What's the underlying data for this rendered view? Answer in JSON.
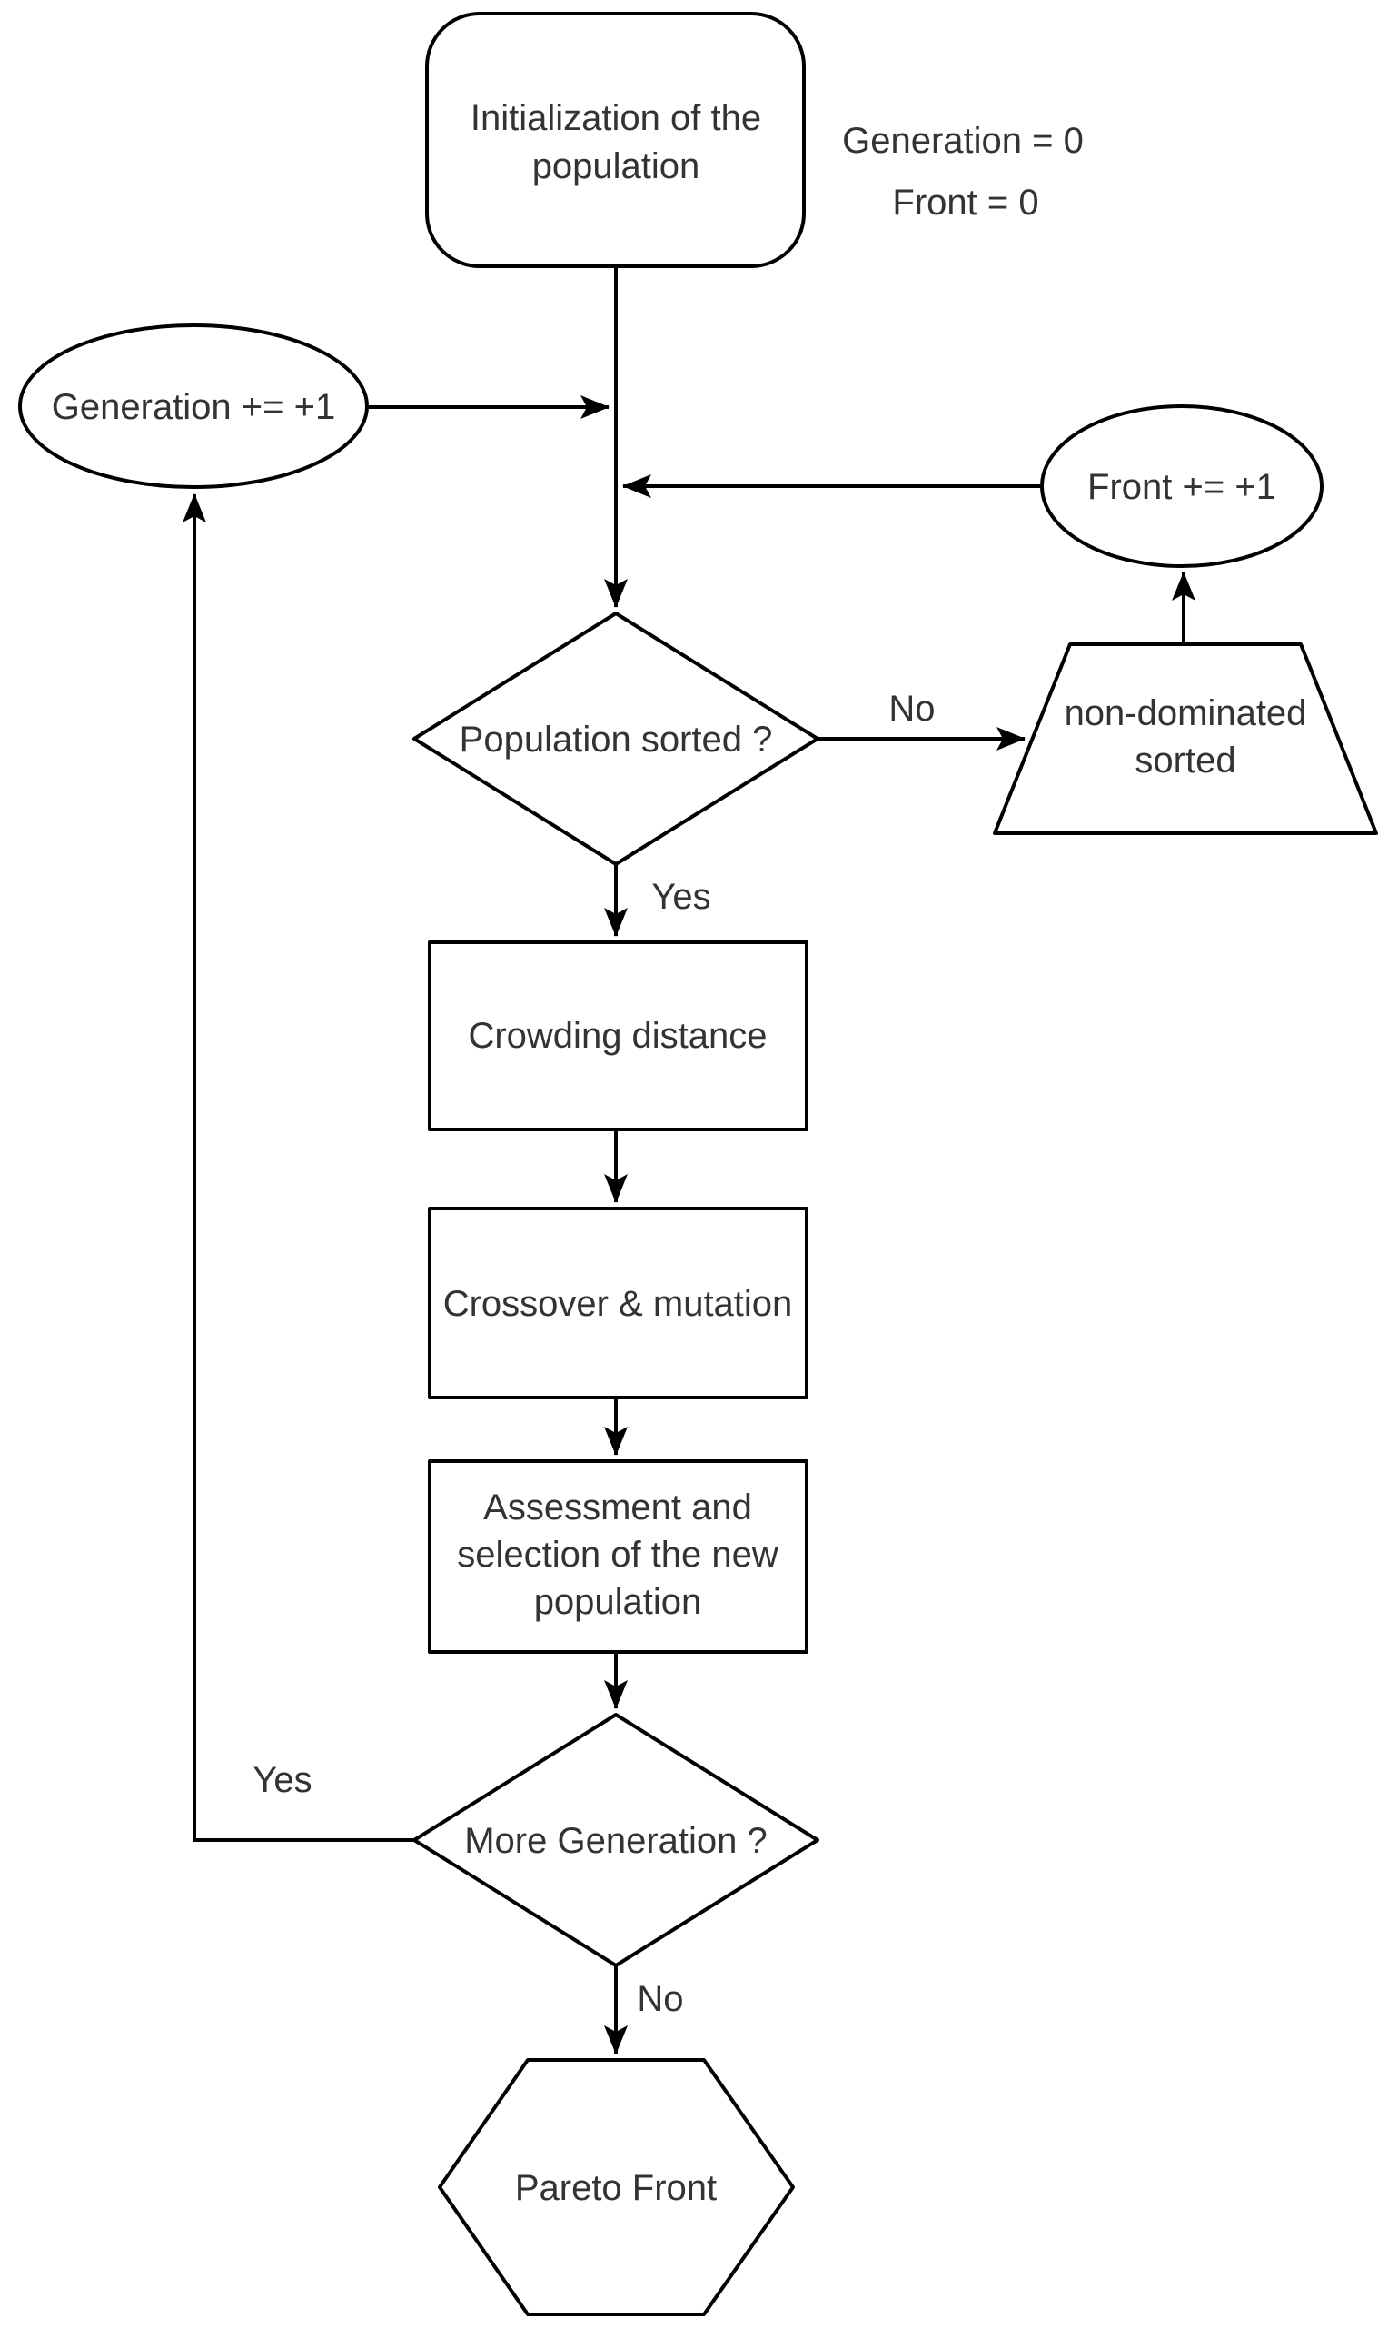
{
  "diagram": {
    "type": "flowchart",
    "background_color": "#ffffff",
    "stroke_color": "#000000",
    "text_color": "#333333"
  },
  "nodes": {
    "initialization": {
      "shape": "rounded-rectangle",
      "lines": [
        "Initialization of the",
        "population"
      ]
    },
    "generation_increment": {
      "shape": "ellipse",
      "label": "Generation += +1"
    },
    "front_increment": {
      "shape": "ellipse",
      "label": "Front += +1"
    },
    "population_sorted": {
      "shape": "diamond",
      "label": "Population sorted ?"
    },
    "non_dominated_sorted": {
      "shape": "trapezoid",
      "lines": [
        "non-dominated",
        "sorted"
      ]
    },
    "crowding_distance": {
      "shape": "rectangle",
      "label": "Crowding distance"
    },
    "crossover_mutation": {
      "shape": "rectangle",
      "label": "Crossover & mutation"
    },
    "assessment_selection": {
      "shape": "rectangle",
      "lines": [
        "Assessment and",
        "selection of the new",
        "population"
      ]
    },
    "more_generation": {
      "shape": "diamond",
      "label": "More Generation ?"
    },
    "pareto_front": {
      "shape": "hexagon",
      "label": "Pareto Front"
    }
  },
  "annotations": {
    "generation_init": "Generation = 0",
    "front_init": "Front = 0"
  },
  "edge_labels": {
    "population_sorted_no": "No",
    "population_sorted_yes": "Yes",
    "more_generation_yes": "Yes",
    "more_generation_no": "No"
  }
}
